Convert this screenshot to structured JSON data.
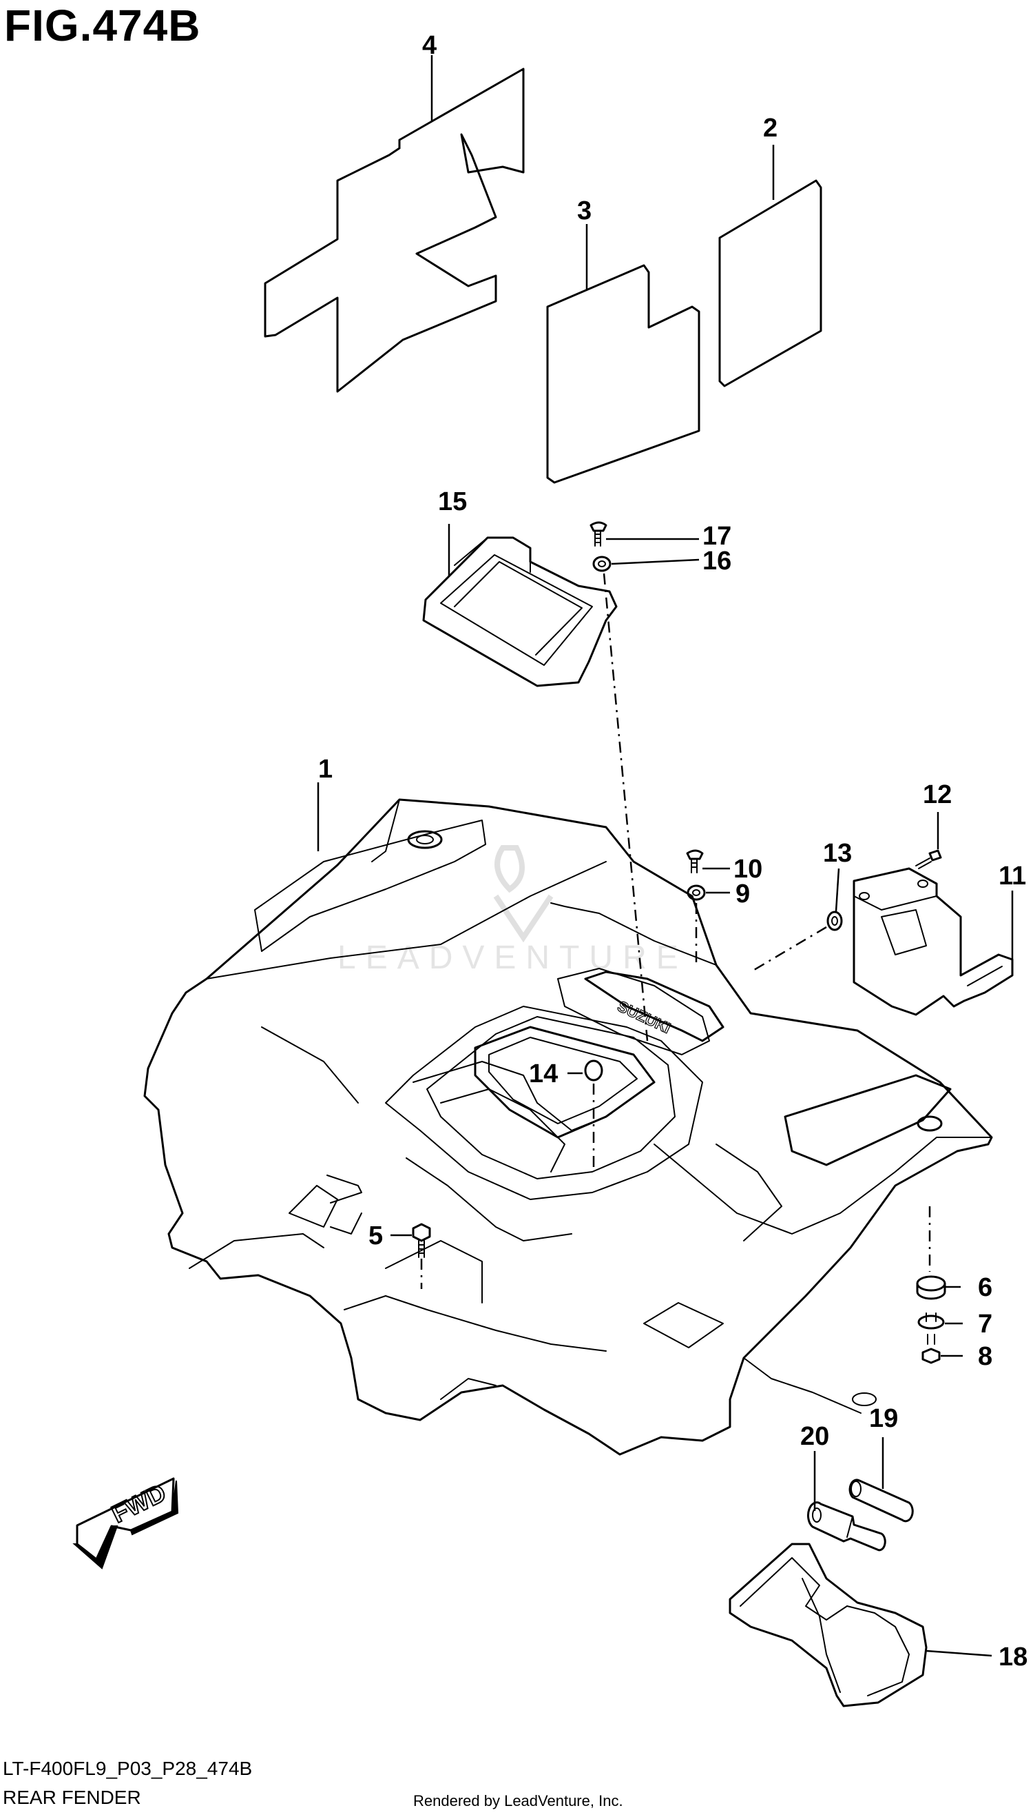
{
  "figure": {
    "title": "FIG.474B",
    "model_code": "LT-F400FL9_P03_P28_474B",
    "section_name": "REAR FENDER",
    "credit": "Rendered by LeadVenture, Inc.",
    "watermark": "LEADVENTURE",
    "fwd_label": "FWD"
  },
  "callouts": [
    {
      "number": "1",
      "part": "rear fender"
    },
    {
      "number": "2",
      "part": "label"
    },
    {
      "number": "3",
      "part": "label"
    },
    {
      "number": "4",
      "part": "label"
    },
    {
      "number": "5",
      "part": "bolt"
    },
    {
      "number": "6",
      "part": "cushion"
    },
    {
      "number": "7",
      "part": "washer"
    },
    {
      "number": "8",
      "part": "bolt"
    },
    {
      "number": "9",
      "part": "washer"
    },
    {
      "number": "10",
      "part": "screw"
    },
    {
      "number": "11",
      "part": "bracket"
    },
    {
      "number": "12",
      "part": "screw"
    },
    {
      "number": "13",
      "part": "nut"
    },
    {
      "number": "14",
      "part": "grommet"
    },
    {
      "number": "15",
      "part": "cover"
    },
    {
      "number": "16",
      "part": "washer"
    },
    {
      "number": "17",
      "part": "screw"
    },
    {
      "number": "18",
      "part": "tool bag"
    },
    {
      "number": "19",
      "part": "tool"
    },
    {
      "number": "20",
      "part": "tool"
    }
  ],
  "colors": {
    "line": "#000000",
    "background": "#ffffff",
    "watermark": "#e4e4e4"
  }
}
